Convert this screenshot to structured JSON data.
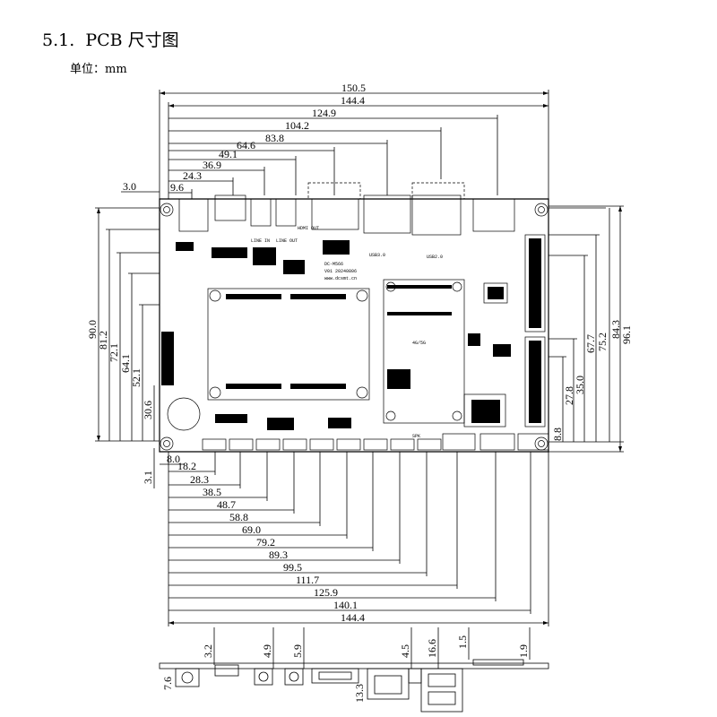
{
  "title": "5.1.  PCB 尺寸图",
  "unit_label": "单位：mm",
  "board": {
    "model": "DC-M566",
    "version": "V01 20240806",
    "website": "www.dcsmt.cn",
    "small_labels": [
      "HDMI OUT",
      "USB3.0",
      "USB2.0",
      "LINE IN",
      "LINE OUT",
      "4G/5G",
      "SPK"
    ]
  },
  "top_dimensions": [
    "150.5",
    "144.4",
    "124.9",
    "104.2",
    "83.8",
    "64.6",
    "49.1",
    "36.9",
    "24.3",
    "9.6",
    "3.0"
  ],
  "left_dimensions": [
    "90.0",
    "81.2",
    "72.1",
    "64.1",
    "52.1",
    "30.6",
    "8.0",
    "3.1"
  ],
  "right_dimensions": [
    "96.1",
    "84.3",
    "75.2",
    "67.7",
    "35.0",
    "27.8",
    "8.8"
  ],
  "bottom_dimensions": [
    "18.2",
    "28.3",
    "38.5",
    "48.7",
    "58.8",
    "69.0",
    "79.2",
    "89.3",
    "99.5",
    "111.7",
    "125.9",
    "140.1",
    "144.4"
  ],
  "side_view_dimensions": [
    "3.2",
    "4.9",
    "5.9",
    "4.5",
    "16.6",
    "1.5",
    "1.9",
    "7.6",
    "13.3"
  ]
}
